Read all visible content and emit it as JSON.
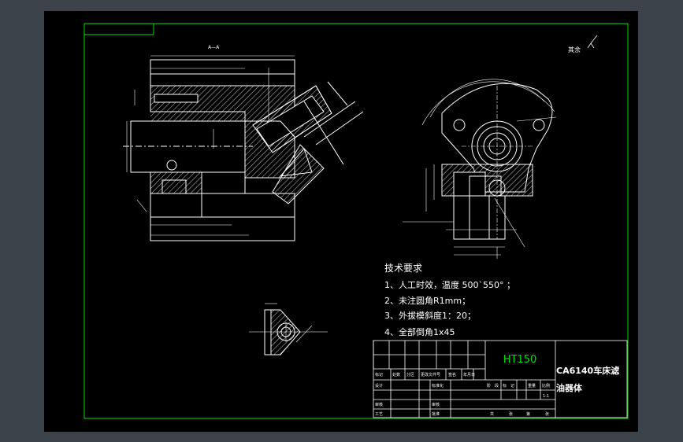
{
  "section_label": "A—A",
  "roughness_note": "其余",
  "technical_requirements": {
    "title": "技术要求",
    "items": [
      "1、人工时效，温度 500`550° ；",
      "2、未注圆角R1mm；",
      "3、外拔模斜度1：20；",
      "4、全部倒角1x45"
    ]
  },
  "title_block": {
    "material": "HT150",
    "part_name_line1": "CA6140车床滤",
    "part_name_line2": "油器体",
    "scale": "1:1",
    "row_headers": [
      "标记",
      "处数",
      "分区",
      "更改文件号",
      "签名",
      "年月日"
    ],
    "design_label": "设计",
    "standardize_label": "标准化",
    "review_label": "审核",
    "craft_label": "工艺",
    "audit_label": "审核",
    "approve_label": "批准",
    "stage_labels": [
      "阶",
      "段",
      "标",
      "记"
    ],
    "weight_label": "重量",
    "scale_label": "比例",
    "sheet_labels": [
      "共",
      "张",
      "第",
      "张"
    ]
  },
  "colors": {
    "background": "#3b4249",
    "sheet": "#000000",
    "border": "#00e000",
    "drawing": "#ffffff",
    "material_text": "#00e000"
  }
}
